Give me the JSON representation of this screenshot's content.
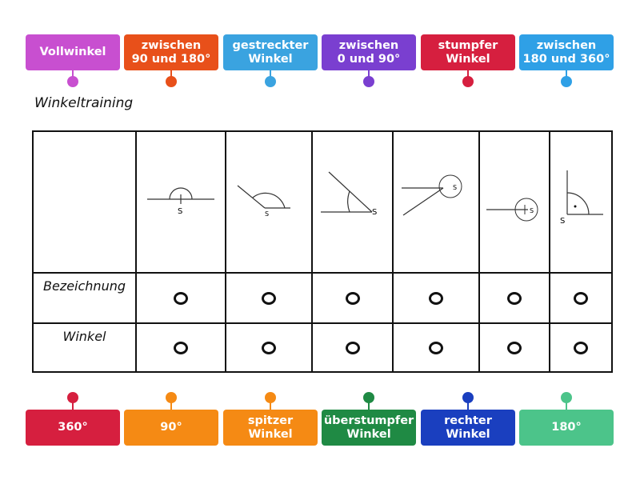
{
  "caption": "Winkeltraining",
  "top_tiles": [
    {
      "label": "Vollwinkel",
      "color": "#c84fd0"
    },
    {
      "label": "zwischen\n90 und 180°",
      "color": "#e8501a"
    },
    {
      "label": "gestreckter\nWinkel",
      "color": "#3aa3e0"
    },
    {
      "label": "zwischen\n0 und 90°",
      "color": "#7a3fd0"
    },
    {
      "label": "stumpfer\nWinkel",
      "color": "#d61f3f"
    },
    {
      "label": "zwischen\n180 und 360°",
      "color": "#2fa0e6"
    }
  ],
  "bottom_tiles": [
    {
      "label": "360°",
      "color": "#d61f3f"
    },
    {
      "label": "90°",
      "color": "#f58a14"
    },
    {
      "label": "spitzer\nWinkel",
      "color": "#f58a14"
    },
    {
      "label": "überstumpfer\nWinkel",
      "color": "#1f8a44"
    },
    {
      "label": "rechter\nWinkel",
      "color": "#1a3fbf"
    },
    {
      "label": "180°",
      "color": "#4cc48a"
    }
  ],
  "table": {
    "row_labels": [
      "Bezeichnung",
      "Winkel"
    ],
    "vertex_label": "S",
    "figures": [
      "straight-angle-icon",
      "obtuse-angle-icon",
      "acute-angle-icon",
      "reflex-angle-icon",
      "full-angle-icon",
      "right-angle-icon"
    ]
  }
}
